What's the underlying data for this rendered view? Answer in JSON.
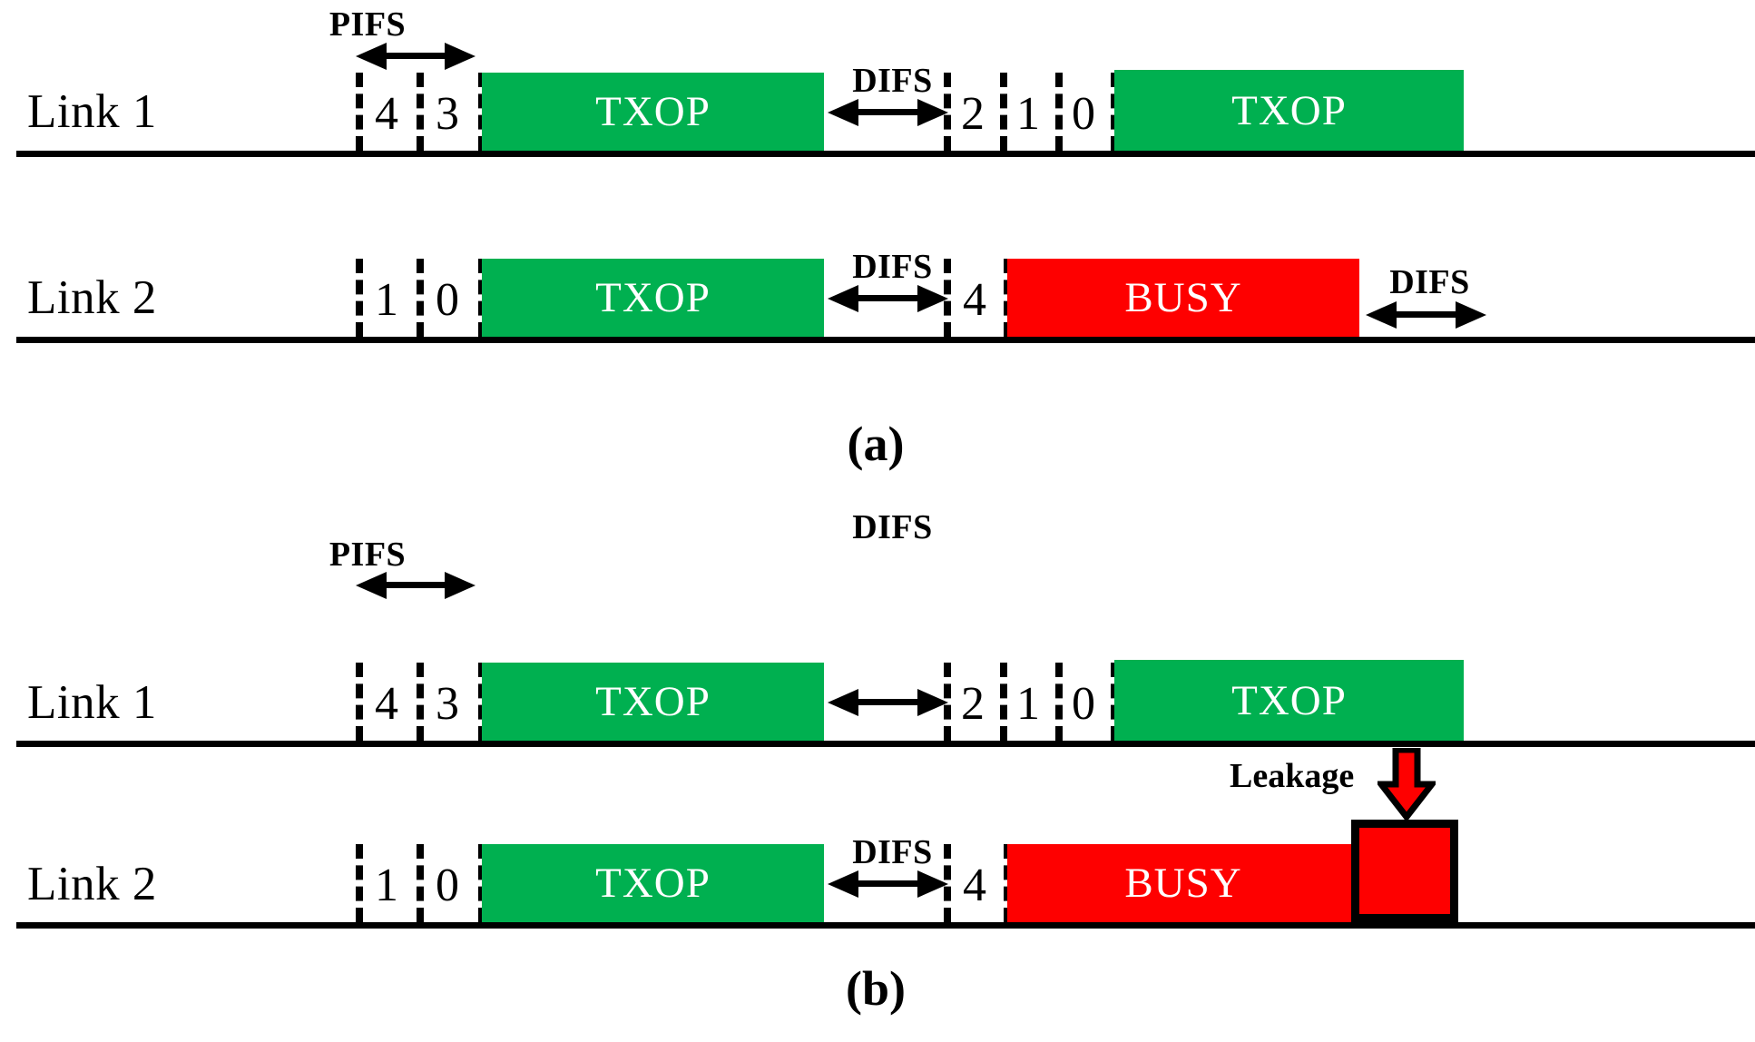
{
  "figure": {
    "title": "IEEE 802.11 multi-link channel access timing diagram",
    "colors": {
      "txop_green": "#00b050",
      "busy_red": "#fe0000",
      "line_black": "#000000",
      "text_white": "#ffffff"
    }
  },
  "panels": [
    {
      "id": "panel-a",
      "caption": "(a)",
      "rows": [
        {
          "id": "a-link1",
          "label": "Link 1",
          "ifs_measures": [
            {
              "name": "PIFS",
              "label": "PIFS"
            },
            {
              "name": "DIFS",
              "label": "DIFS"
            }
          ],
          "counters": [
            "4",
            "3",
            "2",
            "1",
            "0"
          ],
          "boxes": [
            {
              "kind": "txop",
              "label": "TXOP"
            },
            {
              "kind": "txop",
              "label": "TXOP"
            }
          ]
        },
        {
          "id": "a-link2",
          "label": "Link 2",
          "ifs_measures": [
            {
              "name": "DIFS",
              "label": "DIFS"
            },
            {
              "name": "DIFS",
              "label": "DIFS"
            }
          ],
          "counters": [
            "1",
            "0",
            "4"
          ],
          "boxes": [
            {
              "kind": "txop",
              "label": "TXOP"
            },
            {
              "kind": "busy",
              "label": "BUSY"
            }
          ]
        }
      ]
    },
    {
      "id": "panel-b",
      "caption": "(b)",
      "rows": [
        {
          "id": "b-link1",
          "label": "Link 1",
          "ifs_measures": [
            {
              "name": "PIFS",
              "label": "PIFS"
            },
            {
              "name": "DIFS",
              "label": "DIFS"
            }
          ],
          "counters": [
            "4",
            "3",
            "2",
            "1",
            "0"
          ],
          "boxes": [
            {
              "kind": "txop",
              "label": "TXOP"
            },
            {
              "kind": "txop",
              "label": "TXOP"
            }
          ]
        },
        {
          "id": "b-link2",
          "label": "Link 2",
          "ifs_measures": [
            {
              "name": "DIFS",
              "label": "DIFS"
            }
          ],
          "counters": [
            "1",
            "0",
            "4"
          ],
          "boxes": [
            {
              "kind": "txop",
              "label": "TXOP"
            },
            {
              "kind": "busy",
              "label": "BUSY"
            },
            {
              "kind": "leakage",
              "label": ""
            }
          ]
        }
      ],
      "annotation": {
        "label": "Leakage",
        "arrow": "down-arrow-red"
      }
    }
  ],
  "labels": {
    "link1": "Link 1",
    "link2": "Link 2",
    "txop": "TXOP",
    "busy": "BUSY",
    "pifs": "PIFS",
    "difs": "DIFS",
    "leakage": "Leakage",
    "caption_a": "(a)",
    "caption_b": "(b)",
    "c0": "0",
    "c1": "1",
    "c2": "2",
    "c3": "3",
    "c4": "4"
  }
}
